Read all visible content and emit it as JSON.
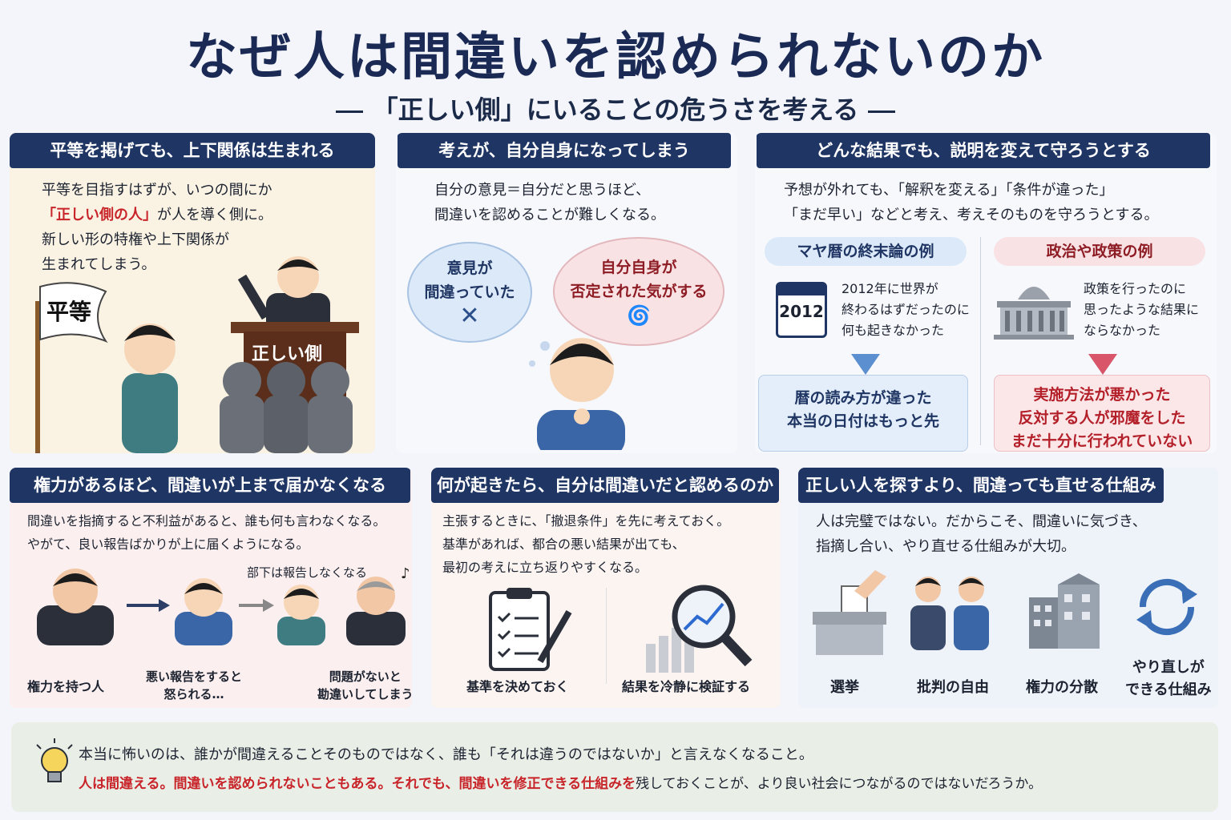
{
  "title": "なぜ人は間違いを認められないのか",
  "subtitle": "「正しい側」にいることの危うさを考える",
  "p1": {
    "header": "平等を掲げても、上下関係は生まれる",
    "l1": "平等を目指すはずが、いつの間にか",
    "l2_red": "「正しい側の人」",
    "l2_rest": "が人を導く側に。",
    "l3": "新しい形の特権や上下関係が",
    "l4": "生まれてしまう。",
    "flag": "平等",
    "podium": "正しい側"
  },
  "p2": {
    "header": "考えが、自分自身になってしまう",
    "l1": "自分の意見＝自分だと思うほど、",
    "l2": "間違いを認めることが難しくなる。",
    "cloud1_a": "意見が",
    "cloud1_b": "間違っていた",
    "cloud2_a": "自分自身が",
    "cloud2_b": "否定された気がする"
  },
  "p3": {
    "header": "どんな結果でも、説明を変えて守ろうとする",
    "l1": "予想が外れても、「解釈を変える」「条件が違った」",
    "l2": "「まだ早い」などと考え、考えそのものを守ろうとする。",
    "left_label": "マヤ暦の終末論の例",
    "cal_year": "2012",
    "left_t1": "2012年に世界が",
    "left_t2": "終わるはずだったのに",
    "left_t3": "何も起きなかった",
    "left_b1": "暦の読み方が違った",
    "left_b2": "本当の日付はもっと先",
    "right_label": "政治や政策の例",
    "right_t1": "政策を行ったのに",
    "right_t2": "思ったような結果に",
    "right_t3": "ならなかった",
    "right_b1": "実施方法が悪かった",
    "right_b2": "反対する人が邪魔をした",
    "right_b3": "まだ十分に行われていない"
  },
  "p4": {
    "header": "権力があるほど、間違いが上まで届かなくなる",
    "l1": "間違いを指摘すると不利益があると、誰も何も言わなくなる。",
    "l2": "やがて、良い報告ばかりが上に届くようになる。",
    "note": "部下は報告しなくなる",
    "c1": "権力を持つ人",
    "c2a": "悪い報告をすると",
    "c2b": "怒られる…",
    "c3a": "問題がないと",
    "c3b": "勘違いしてしまう"
  },
  "p5": {
    "header": "何が起きたら、自分は間違いだと認めるのか",
    "l1": "主張するときに、「撤退条件」を先に考えておく。",
    "l2": "基準があれば、都合の悪い結果が出ても、",
    "l3": "最初の考えに立ち返りやすくなる。",
    "c1": "基準を決めておく",
    "c2": "結果を冷静に検証する"
  },
  "p6": {
    "header": "正しい人を探すより、間違っても直せる仕組み",
    "l1": "人は完璧ではない。だからこそ、間違いに気づき、",
    "l2": "指摘し合い、やり直せる仕組みが大切。",
    "c1": "選挙",
    "c2": "批判の自由",
    "c3": "権力の分散",
    "c4a": "やり直しが",
    "c4b": "できる仕組み"
  },
  "bottom": {
    "l1": "本当に怖いのは、誰かが間違えることそのものではなく、誰も「それは違うのではないか」と言えなくなること。",
    "l2_red": "人は間違える。間違いを認められないこともある。それでも、間違いを修正できる仕組みを",
    "l2_rest": "残しておくことが、より良い社会につながるのではないだろうか。"
  },
  "colors": {
    "navy": "#1f3563",
    "red": "#c8242a",
    "blue_box": "#e3eefa",
    "pink_box": "#fbe6e8"
  }
}
